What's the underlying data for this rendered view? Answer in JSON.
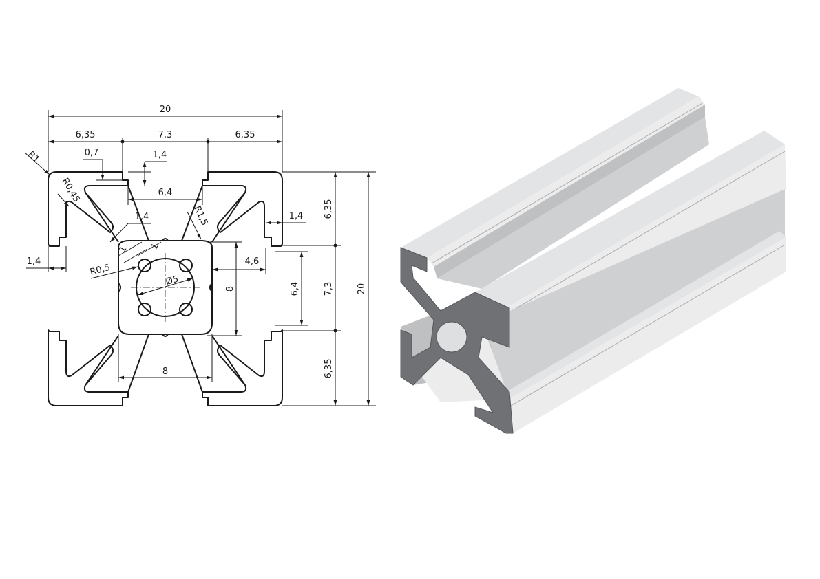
{
  "figure": {
    "subject": "20x20 aluminium T-slot extrusion profile",
    "views": [
      "cross-section technical drawing",
      "3D isometric render"
    ]
  },
  "dimensions": {
    "overall_width": "20",
    "overall_height": "20",
    "top_left_segment": "6,35",
    "top_middle_segment": "7,3",
    "top_right_segment": "6,35",
    "right_top_segment": "6,35",
    "right_middle_segment": "7,3",
    "right_bottom_segment": "6,35",
    "slot_lip_thickness": "0,7",
    "slot_lip_depth": "1,4",
    "slot_inner_width": "6,4",
    "slot_opening_vertical": "6,4",
    "wall_thickness_right": "1,4",
    "wall_thickness_left": "1,4",
    "diagonal_web_thickness": "1,4",
    "core_width_right": "4,6",
    "core_height": "8",
    "core_width_bottom": "8",
    "small_web_a": "1",
    "small_web_b": "1",
    "center_bore_diameter": "Ø5",
    "radius_corner": "R1",
    "radius_inner": "R0,45",
    "radius_slot": "R1,5",
    "radius_bore_lobe": "R0,5"
  },
  "colors": {
    "line": "#1a1a1a",
    "background": "#ffffff",
    "render_face_dark": "#6f7175",
    "render_face_light": "#e3e4e6",
    "render_face_side": "#cfd0d2"
  }
}
